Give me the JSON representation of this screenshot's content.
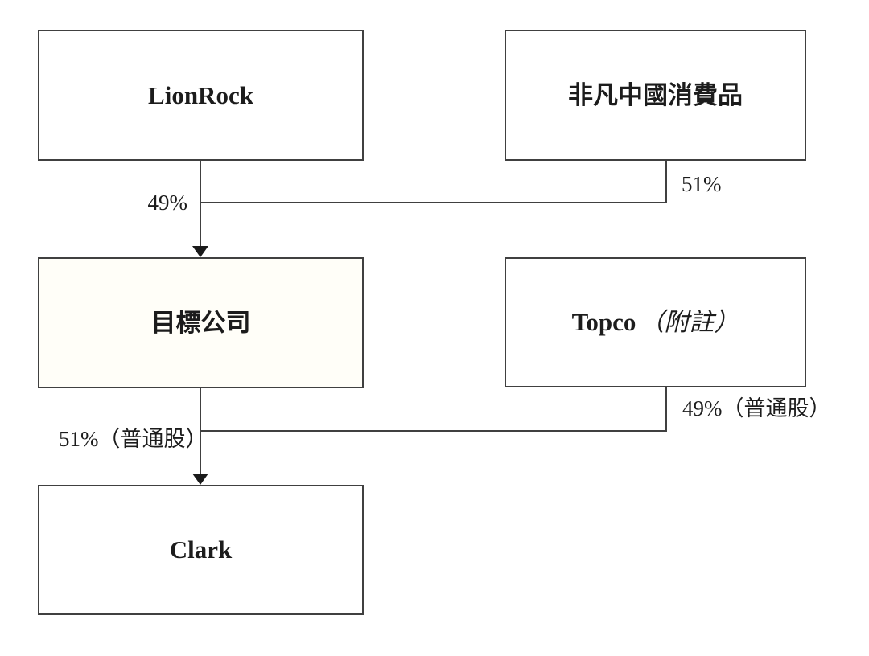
{
  "nodes": {
    "lionrock": {
      "label": "LionRock"
    },
    "viva": {
      "label": "非凡中國消費品"
    },
    "target": {
      "label": "目標公司"
    },
    "topco": {
      "main": "Topco",
      "note": "（附註）"
    },
    "clark": {
      "label": "Clark"
    }
  },
  "edges": {
    "lionrock_to_target": {
      "label": "49%"
    },
    "viva_to_target": {
      "label": "51%"
    },
    "target_to_clark": {
      "label": "51%（普通股）"
    },
    "topco_to_clark": {
      "label": "49%（普通股）"
    }
  },
  "colors": {
    "background": "#ffffff",
    "box_border": "#404040",
    "box_fill": "#ffffff",
    "target_box_fill": "#fffef8",
    "line": "#404040",
    "arrowhead": "#1a1a1a",
    "text": "#1c1c1c"
  }
}
